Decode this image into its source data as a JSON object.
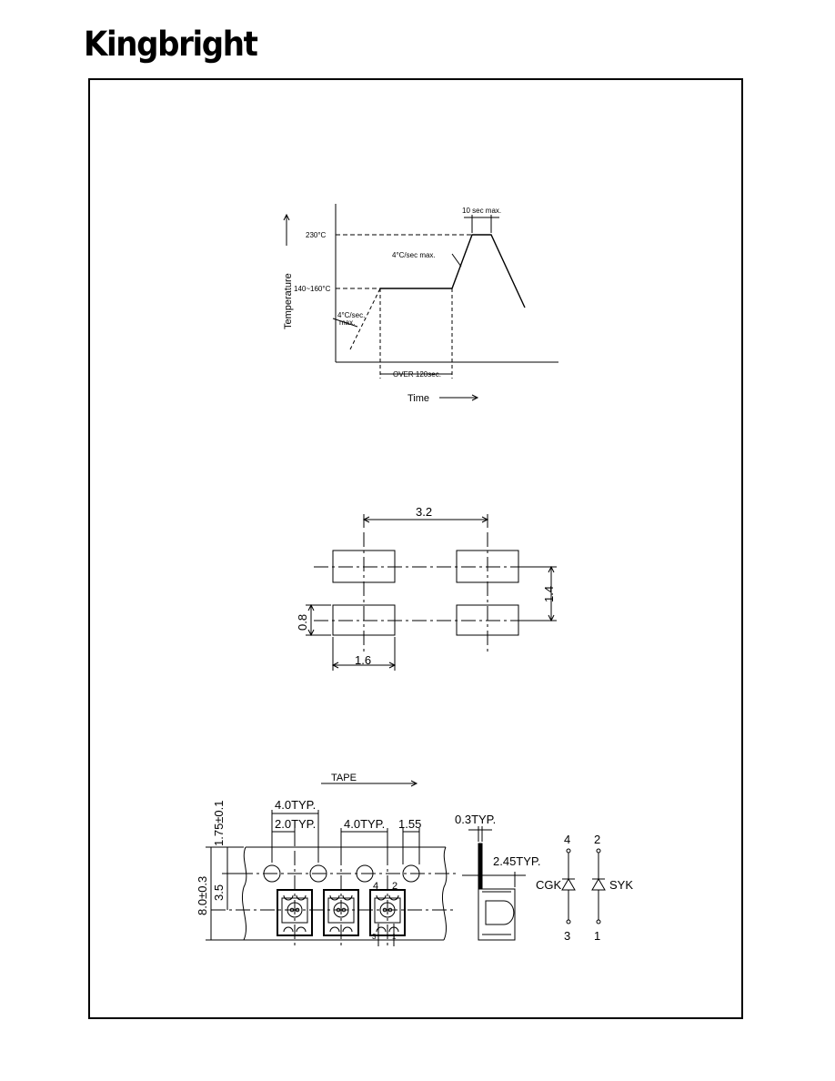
{
  "brand": {
    "logo_text": "Kingbright"
  },
  "soldering_profile": {
    "peak_temp": "230°C",
    "preheat_temp": "140~160°C",
    "peak_time": "10 sec max.",
    "ramp_up": "4°C/sec max.",
    "ramp_pre_line1": "4°C/sec.",
    "ramp_pre_line2": "max.",
    "preheat_time": "OVER 120sec.",
    "y_axis": "Temperature",
    "x_axis": "Time"
  },
  "pad_layout": {
    "pitch_x": "3.2",
    "pitch_y": "1.4",
    "pad_height": "0.8",
    "pad_width": "1.6"
  },
  "tape": {
    "direction": "TAPE",
    "sprocket_pitch": "4.0TYP.",
    "hole_to_pocket": "2.0TYP.",
    "pocket_pitch": "4.0TYP.",
    "hole_dia": "1.55",
    "edge_to_hole": "1.75±0.1",
    "tape_width": "8.0±0.3",
    "hole_to_center": "3.5",
    "thickness": "0.3TYP.",
    "pocket_depth": "2.45TYP.",
    "pin_labels": [
      "4",
      "2",
      "3",
      "1"
    ]
  },
  "circuit": {
    "pin_top_left": "4",
    "pin_top_right": "2",
    "pin_bottom_left": "3",
    "pin_bottom_right": "1",
    "label_left": "CGK",
    "label_right": "SYK"
  }
}
